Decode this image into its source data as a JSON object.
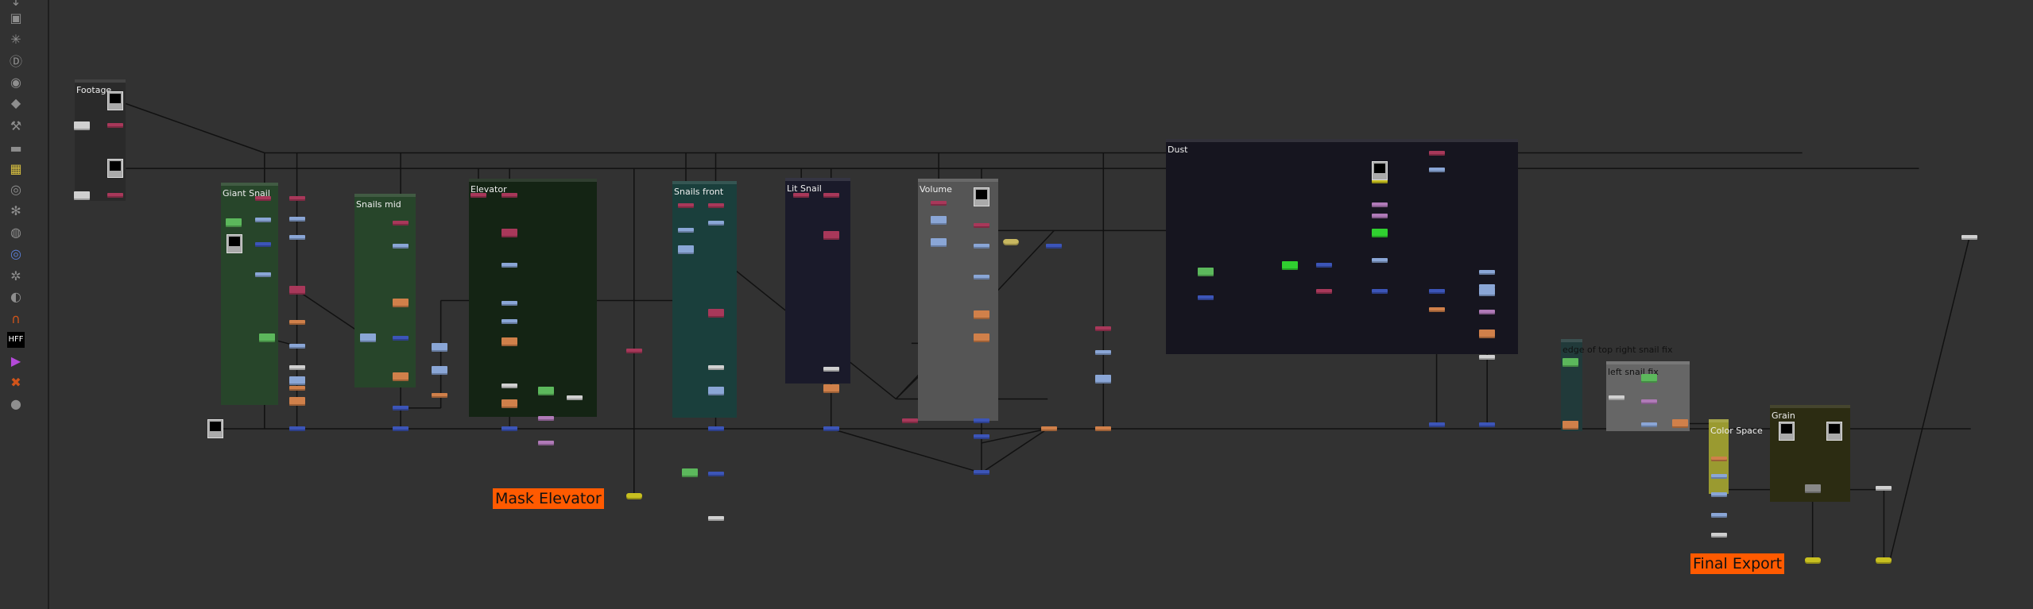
{
  "toolbar": {
    "icons": [
      "arrow-down-icon",
      "3d-cube-icon",
      "particles-icon",
      "deep-icon",
      "views-icon",
      "metadata-tag-icon",
      "toolsets-icon",
      "other-icon",
      "image-plugin-icon",
      "fire-plugin-icon",
      "splat-plugin-icon",
      "cat-plugin-icon",
      "lens-plugin-icon",
      "shield-plugin-icon",
      "globe-plugin-icon",
      "magnet-plugin-icon",
      "hff-plugin-icon",
      "play-plugin-icon",
      "tracker-plugin-icon",
      "drop-plugin-icon"
    ],
    "hff_label": "HFF"
  },
  "backdrops": {
    "footage": "Footage",
    "giant_snail": "Giant Snail",
    "snails_mid": "Snails mid",
    "elevator": "Elevator",
    "snails_front": "Snails front",
    "lit_snail": "Lit Snail",
    "volume": "Volume",
    "dust": "Dust",
    "edge_fix": "edge of top right snail fix",
    "left_fix": "left snail fix",
    "color_space": "Color Space",
    "grain": "Grain"
  },
  "stickies": {
    "mask_elevator": "Mask Elevator",
    "final_export": "Final Export"
  },
  "colors": {
    "canvas": "#323232",
    "merge": "#3c55b8",
    "color_correct": "#8aa6d6",
    "transform": "#a8385a",
    "filter": "#d0804a",
    "roto": "#5cb85c",
    "write": "#c8c020",
    "sticky": "#ff5a00"
  }
}
